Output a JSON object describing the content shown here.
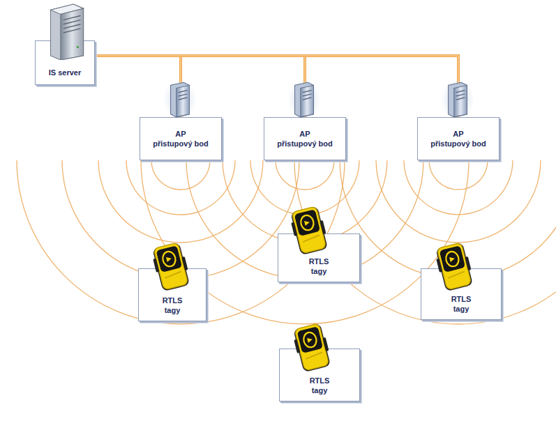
{
  "diagram": {
    "nodes": [
      {
        "text": [
          "IS server"
        ]
      },
      {
        "text": [
          "AP",
          "přistupový bod"
        ]
      },
      {
        "text": [
          "AP",
          "přistupový bod"
        ]
      },
      {
        "text": [
          "AP",
          "přistupový bod"
        ]
      },
      {
        "text": [
          "RTLS tagy"
        ]
      },
      {
        "text": [
          "RTLS tagy"
        ]
      },
      {
        "text": [
          "RTLS tagy"
        ]
      },
      {
        "text": [
          "RTLS tagy"
        ]
      }
    ],
    "edges": [
      {
        "from": 0,
        "to": 1,
        "arrow": "none"
      },
      {
        "from": 0,
        "to": 2,
        "arrow": "none"
      },
      {
        "from": 0,
        "to": 3,
        "arrow": "none"
      }
    ]
  }
}
